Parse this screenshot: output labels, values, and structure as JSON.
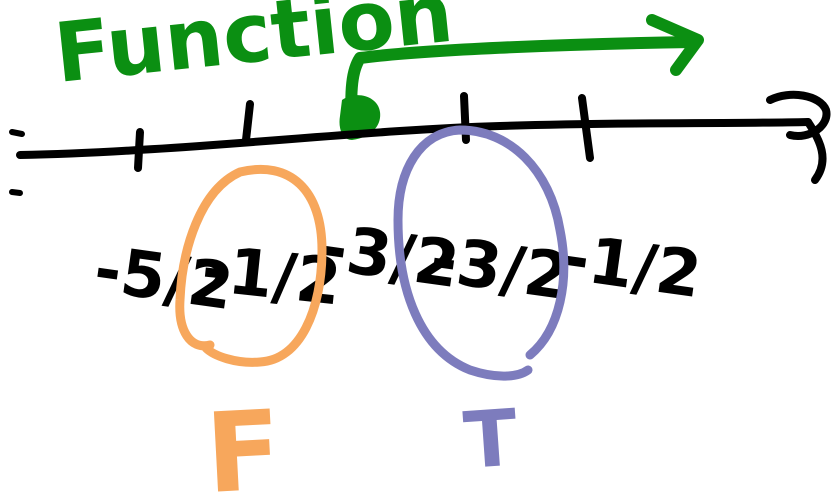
{
  "heading": {
    "text": "Function"
  },
  "tick_labels": [
    {
      "id": "t1",
      "text": "-5/2"
    },
    {
      "id": "t2",
      "text": "-1/2"
    },
    {
      "id": "t3",
      "text": "-3/2"
    },
    {
      "id": "t4",
      "text": "-3/2"
    },
    {
      "id": "t5",
      "text": "-1/2"
    }
  ],
  "marks": {
    "left_letter": "F",
    "right_letter": "T"
  },
  "colors": {
    "ink": "#000000",
    "green": "#0b8f12",
    "orange": "#f7a75c",
    "purple": "#7d7cbd",
    "background": "#ffffff"
  }
}
